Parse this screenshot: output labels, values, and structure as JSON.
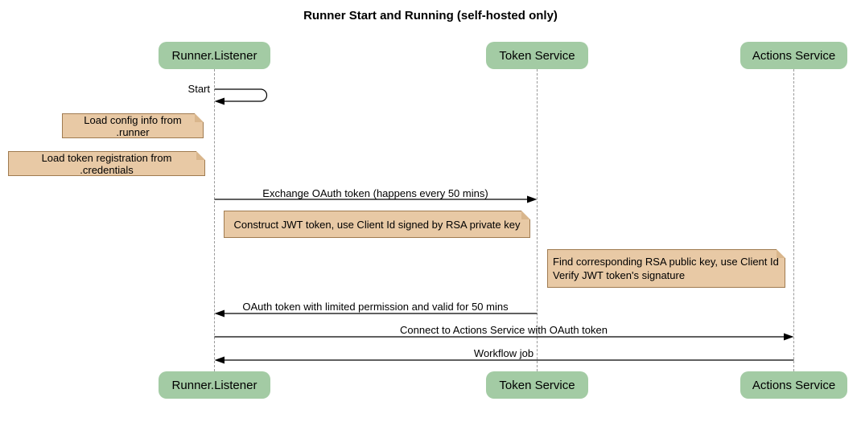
{
  "title": "Runner Start and Running (self-hosted only)",
  "participants": [
    {
      "id": "runner-listener",
      "label": "Runner.Listener"
    },
    {
      "id": "token-service",
      "label": "Token Service"
    },
    {
      "id": "actions-service",
      "label": "Actions Service"
    }
  ],
  "events": [
    {
      "type": "self-message",
      "on": "runner-listener",
      "label": "Start"
    },
    {
      "type": "note",
      "near": "runner-listener",
      "label": "Load config info from .runner"
    },
    {
      "type": "note",
      "near": "runner-listener",
      "label": "Load token registration from .credentials"
    },
    {
      "type": "arrow",
      "from": "runner-listener",
      "to": "token-service",
      "label": "Exchange OAuth token (happens every 50 mins)"
    },
    {
      "type": "note",
      "near": "token-service",
      "label": "Construct JWT token, use Client Id signed by RSA private key"
    },
    {
      "type": "note",
      "near": "actions-service",
      "lines": [
        "Find corresponding RSA public key, use Client Id",
        "Verify JWT token's signature"
      ]
    },
    {
      "type": "arrow",
      "from": "token-service",
      "to": "runner-listener",
      "label": "OAuth token with limited permission and valid for 50 mins"
    },
    {
      "type": "arrow",
      "from": "runner-listener",
      "to": "actions-service",
      "label": "Connect to Actions Service with OAuth token"
    },
    {
      "type": "arrow",
      "from": "actions-service",
      "to": "runner-listener",
      "label": "Workflow job"
    }
  ],
  "colors": {
    "participant_fill": "#a3cba4",
    "note_fill": "#e8c9a5",
    "note_border": "#a07b50",
    "note_fold": "#d9b68c",
    "lifeline": "#999999",
    "arrow": "#000000",
    "text": "#000000"
  }
}
